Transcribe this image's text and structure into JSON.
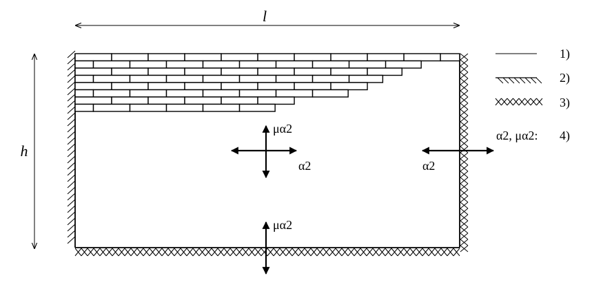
{
  "dimensions": {
    "length_label": "l",
    "height_label": "h"
  },
  "legend": [
    {
      "id": "free-edge",
      "label": "1)"
    },
    {
      "id": "hinged-edge",
      "label": "2)"
    },
    {
      "id": "fixed-edge",
      "label": "3)"
    },
    {
      "id": "loads",
      "prefix": "α2, μα2:",
      "label": "4)"
    }
  ],
  "loads": {
    "inner_vertical": "μα2",
    "inner_horizontal": "α2",
    "right_edge": "α2",
    "bottom_edge": "μα2"
  },
  "masonry": {
    "course_count": 8,
    "course_lengths_ratio": [
      1.0,
      0.9,
      0.85,
      0.8,
      0.76,
      0.71,
      0.57,
      0.52
    ],
    "brick_length_ratio": 0.095
  }
}
